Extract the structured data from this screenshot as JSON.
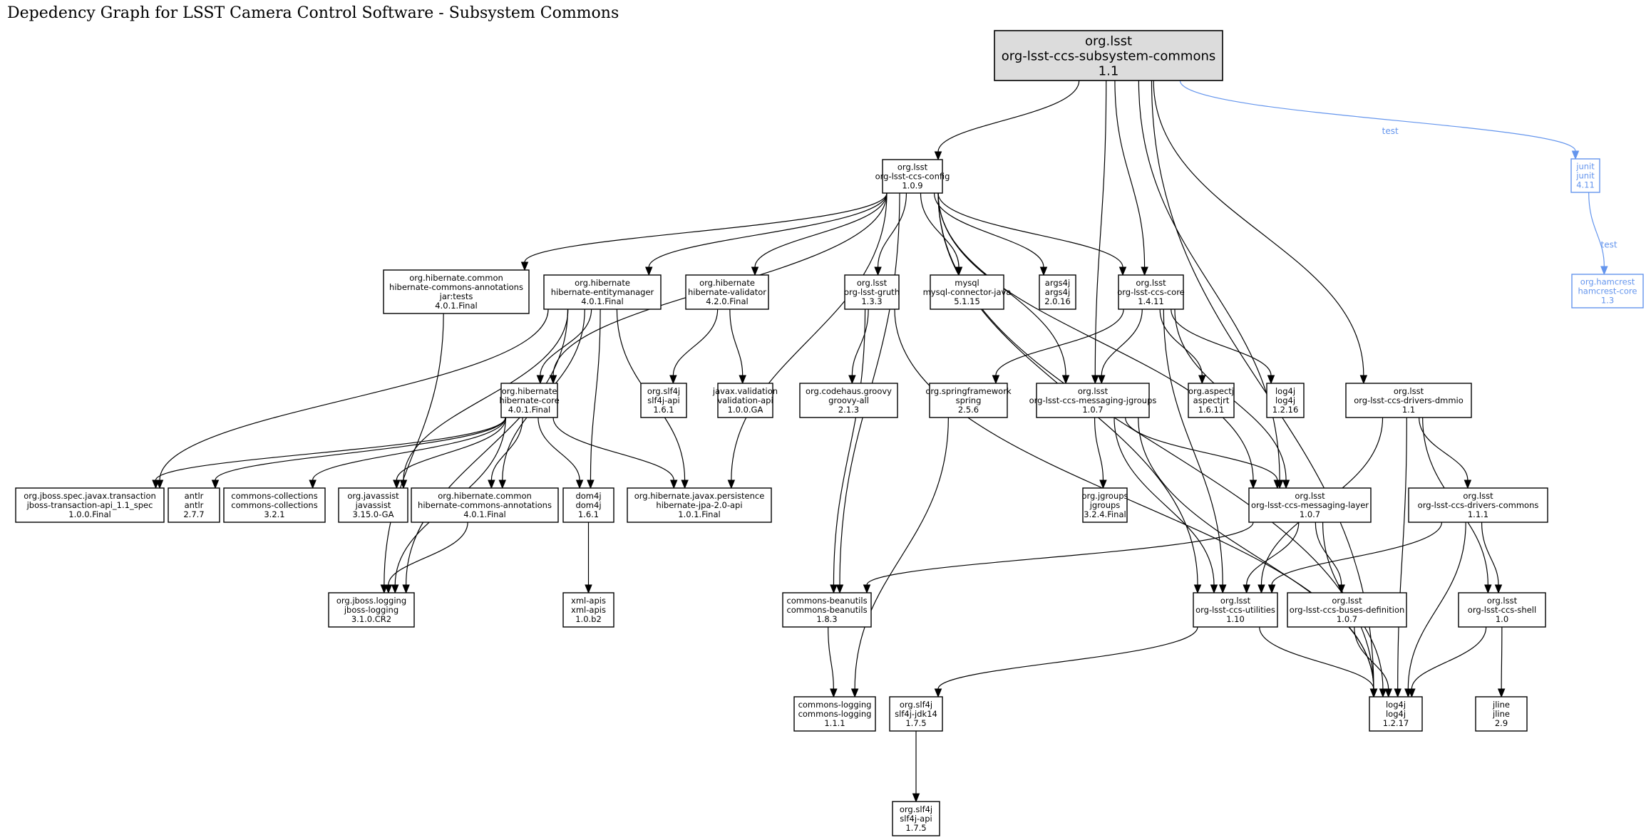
{
  "title": "Depedency Graph for LSST Camera Control Software - Subsystem Commons",
  "nodes": [
    {
      "id": "root",
      "group": "org.lsst",
      "artifact": "org-lsst-ccs-subsystem-commons",
      "version": "1.1",
      "kind": "root"
    },
    {
      "id": "config",
      "group": "org.lsst",
      "artifact": "org-lsst-ccs-config",
      "version": "1.0.9"
    },
    {
      "id": "junit",
      "group": "junit",
      "artifact": "junit",
      "version": "4.11",
      "kind": "test"
    },
    {
      "id": "hamcrest",
      "group": "org.hamcrest",
      "artifact": "hamcrest-core",
      "version": "1.3",
      "kind": "test"
    },
    {
      "id": "hca_tests",
      "group": "org.hibernate.common",
      "artifact": "hibernate-commons-annotations",
      "classifier": "jar:tests",
      "version": "4.0.1.Final"
    },
    {
      "id": "entitymanager",
      "group": "org.hibernate",
      "artifact": "hibernate-entitymanager",
      "version": "4.0.1.Final"
    },
    {
      "id": "validator",
      "group": "org.hibernate",
      "artifact": "hibernate-validator",
      "version": "4.2.0.Final"
    },
    {
      "id": "gruth",
      "group": "org.lsst",
      "artifact": "org-lsst-gruth",
      "version": "1.3.3"
    },
    {
      "id": "mysql",
      "group": "mysql",
      "artifact": "mysql-connector-java",
      "version": "5.1.15"
    },
    {
      "id": "args4j",
      "group": "args4j",
      "artifact": "args4j",
      "version": "2.0.16"
    },
    {
      "id": "core",
      "group": "org.lsst",
      "artifact": "org-lsst-ccs-core",
      "version": "1.4.11"
    },
    {
      "id": "hcore",
      "group": "org.hibernate",
      "artifact": "hibernate-core",
      "version": "4.0.1.Final"
    },
    {
      "id": "slf4j161",
      "group": "org.slf4j",
      "artifact": "slf4j-api",
      "version": "1.6.1"
    },
    {
      "id": "validation",
      "group": "javax.validation",
      "artifact": "validation-api",
      "version": "1.0.0.GA"
    },
    {
      "id": "groovy",
      "group": "org.codehaus.groovy",
      "artifact": "groovy-all",
      "version": "2.1.3"
    },
    {
      "id": "spring",
      "group": "org.springframework",
      "artifact": "spring",
      "version": "2.5.6"
    },
    {
      "id": "jgroupsmsg",
      "group": "org.lsst",
      "artifact": "org-lsst-ccs-messaging-jgroups",
      "version": "1.0.7"
    },
    {
      "id": "aspectj",
      "group": "org.aspectj",
      "artifact": "aspectjrt",
      "version": "1.6.11"
    },
    {
      "id": "log4j1216",
      "group": "log4j",
      "artifact": "log4j",
      "version": "1.2.16"
    },
    {
      "id": "dmmio",
      "group": "org.lsst",
      "artifact": "org-lsst-ccs-drivers-dmmio",
      "version": "1.1"
    },
    {
      "id": "jta",
      "group": "org.jboss.spec.javax.transaction",
      "artifact": "jboss-transaction-api_1.1_spec",
      "version": "1.0.0.Final"
    },
    {
      "id": "antlr",
      "group": "antlr",
      "artifact": "antlr",
      "version": "2.7.7"
    },
    {
      "id": "collections",
      "group": "commons-collections",
      "artifact": "commons-collections",
      "version": "3.2.1"
    },
    {
      "id": "javassist",
      "group": "org.javassist",
      "artifact": "javassist",
      "version": "3.15.0-GA"
    },
    {
      "id": "hca",
      "group": "org.hibernate.common",
      "artifact": "hibernate-commons-annotations",
      "version": "4.0.1.Final"
    },
    {
      "id": "dom4j",
      "group": "dom4j",
      "artifact": "dom4j",
      "version": "1.6.1"
    },
    {
      "id": "jpa",
      "group": "org.hibernate.javax.persistence",
      "artifact": "hibernate-jpa-2.0-api",
      "version": "1.0.1.Final"
    },
    {
      "id": "jgroups",
      "group": "org.jgroups",
      "artifact": "jgroups",
      "version": "3.2.4.Final"
    },
    {
      "id": "msglayer",
      "group": "org.lsst",
      "artifact": "org-lsst-ccs-messaging-layer",
      "version": "1.0.7"
    },
    {
      "id": "drvcommons",
      "group": "org.lsst",
      "artifact": "org-lsst-ccs-drivers-commons",
      "version": "1.1.1"
    },
    {
      "id": "jbosslog",
      "group": "org.jboss.logging",
      "artifact": "jboss-logging",
      "version": "3.1.0.CR2"
    },
    {
      "id": "xmlapis",
      "group": "xml-apis",
      "artifact": "xml-apis",
      "version": "1.0.b2"
    },
    {
      "id": "beanutils",
      "group": "commons-beanutils",
      "artifact": "commons-beanutils",
      "version": "1.8.3"
    },
    {
      "id": "utilities",
      "group": "org.lsst",
      "artifact": "org-lsst-ccs-utilities",
      "version": "1.10"
    },
    {
      "id": "buses",
      "group": "org.lsst",
      "artifact": "org-lsst-ccs-buses-definition",
      "version": "1.0.7"
    },
    {
      "id": "shell",
      "group": "org.lsst",
      "artifact": "org-lsst-ccs-shell",
      "version": "1.0"
    },
    {
      "id": "clogging",
      "group": "commons-logging",
      "artifact": "commons-logging",
      "version": "1.1.1"
    },
    {
      "id": "slf4jjdk",
      "group": "org.slf4j",
      "artifact": "slf4j-jdk14",
      "version": "1.7.5"
    },
    {
      "id": "log4j1217",
      "group": "log4j",
      "artifact": "log4j",
      "version": "1.2.17"
    },
    {
      "id": "jline",
      "group": "jline",
      "artifact": "jline",
      "version": "2.9"
    },
    {
      "id": "slf4j175",
      "group": "org.slf4j",
      "artifact": "slf4j-api",
      "version": "1.7.5"
    }
  ],
  "edges": [
    {
      "from": "root",
      "to": "config"
    },
    {
      "from": "root",
      "to": "jgroupsmsg"
    },
    {
      "from": "root",
      "to": "core"
    },
    {
      "from": "root",
      "to": "msglayer"
    },
    {
      "from": "root",
      "to": "dmmio"
    },
    {
      "from": "root",
      "to": "log4j1217"
    },
    {
      "from": "root",
      "to": "junit",
      "label": "test",
      "kind": "test"
    },
    {
      "from": "junit",
      "to": "hamcrest",
      "label": "test",
      "kind": "test"
    },
    {
      "from": "config",
      "to": "hca_tests"
    },
    {
      "from": "config",
      "to": "entitymanager"
    },
    {
      "from": "config",
      "to": "hcore"
    },
    {
      "from": "config",
      "to": "jpa"
    },
    {
      "from": "config",
      "to": "validator"
    },
    {
      "from": "config",
      "to": "beanutils"
    },
    {
      "from": "config",
      "to": "log4j1217"
    },
    {
      "from": "config",
      "to": "gruth"
    },
    {
      "from": "config",
      "to": "jgroupsmsg"
    },
    {
      "from": "config",
      "to": "mysql"
    },
    {
      "from": "config",
      "to": "args4j"
    },
    {
      "from": "config",
      "to": "utilities"
    },
    {
      "from": "config",
      "to": "core"
    },
    {
      "from": "config",
      "to": "msglayer"
    },
    {
      "from": "hca_tests",
      "to": "jbosslog"
    },
    {
      "from": "entitymanager",
      "to": "hcore"
    },
    {
      "from": "entitymanager",
      "to": "jta"
    },
    {
      "from": "entitymanager",
      "to": "javassist"
    },
    {
      "from": "entitymanager",
      "to": "hca"
    },
    {
      "from": "entitymanager",
      "to": "dom4j"
    },
    {
      "from": "entitymanager",
      "to": "jpa"
    },
    {
      "from": "entitymanager",
      "to": "jbosslog"
    },
    {
      "from": "validator",
      "to": "slf4j161"
    },
    {
      "from": "validator",
      "to": "validation"
    },
    {
      "from": "gruth",
      "to": "groovy"
    },
    {
      "from": "gruth",
      "to": "beanutils"
    },
    {
      "from": "gruth",
      "to": "log4j1217"
    },
    {
      "from": "core",
      "to": "spring"
    },
    {
      "from": "core",
      "to": "jgroupsmsg"
    },
    {
      "from": "core",
      "to": "aspectj"
    },
    {
      "from": "core",
      "to": "log4j1216"
    },
    {
      "from": "core",
      "to": "msglayer"
    },
    {
      "from": "core",
      "to": "utilities"
    },
    {
      "from": "hcore",
      "to": "jta"
    },
    {
      "from": "hcore",
      "to": "antlr"
    },
    {
      "from": "hcore",
      "to": "collections"
    },
    {
      "from": "hcore",
      "to": "javassist"
    },
    {
      "from": "hcore",
      "to": "hca"
    },
    {
      "from": "hcore",
      "to": "dom4j"
    },
    {
      "from": "hcore",
      "to": "jpa"
    },
    {
      "from": "hcore",
      "to": "jbosslog"
    },
    {
      "from": "spring",
      "to": "clogging"
    },
    {
      "from": "jgroupsmsg",
      "to": "jgroups"
    },
    {
      "from": "jgroupsmsg",
      "to": "msglayer"
    },
    {
      "from": "jgroupsmsg",
      "to": "utilities"
    },
    {
      "from": "jgroupsmsg",
      "to": "log4j1217"
    },
    {
      "from": "dmmio",
      "to": "drvcommons"
    },
    {
      "from": "dmmio",
      "to": "utilities"
    },
    {
      "from": "dmmio",
      "to": "log4j1217"
    },
    {
      "from": "dmmio",
      "to": "shell"
    },
    {
      "from": "hca",
      "to": "jbosslog"
    },
    {
      "from": "dom4j",
      "to": "xmlapis"
    },
    {
      "from": "msglayer",
      "to": "beanutils"
    },
    {
      "from": "msglayer",
      "to": "utilities"
    },
    {
      "from": "msglayer",
      "to": "buses"
    },
    {
      "from": "msglayer",
      "to": "log4j1217"
    },
    {
      "from": "drvcommons",
      "to": "utilities"
    },
    {
      "from": "drvcommons",
      "to": "shell"
    },
    {
      "from": "drvcommons",
      "to": "log4j1217"
    },
    {
      "from": "beanutils",
      "to": "clogging"
    },
    {
      "from": "utilities",
      "to": "slf4jjdk"
    },
    {
      "from": "utilities",
      "to": "log4j1217"
    },
    {
      "from": "buses",
      "to": "log4j1217"
    },
    {
      "from": "shell",
      "to": "log4j1217"
    },
    {
      "from": "shell",
      "to": "jline"
    },
    {
      "from": "slf4jjdk",
      "to": "slf4j175"
    }
  ]
}
